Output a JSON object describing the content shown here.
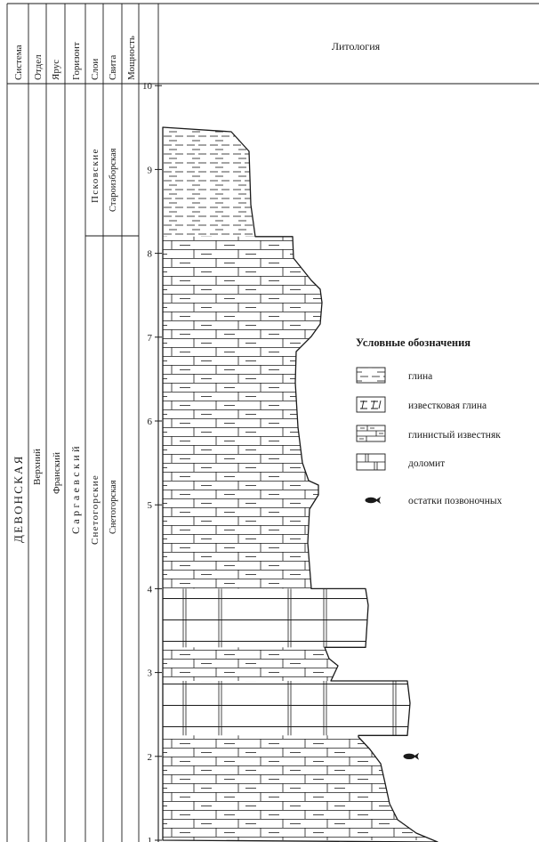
{
  "header": {
    "columns": [
      "Система",
      "Отдел",
      "Ярус",
      "Горизонт",
      "Слои",
      "Свита",
      "Мощность"
    ],
    "lithology_title": "Литология"
  },
  "stratigraphy": {
    "system": "ДЕВОНСКАЯ",
    "series": "Верхний",
    "stage": "Франский",
    "horizon": "Саргаевский",
    "layers": {
      "upper": "Псковские",
      "lower": "Снетогорские"
    },
    "formations": {
      "upper": "Староизборская",
      "lower": "Снетогорская"
    }
  },
  "scale": {
    "unit_label": "Мощность",
    "tick_labels": [
      "1",
      "2",
      "3",
      "4",
      "5",
      "6",
      "7",
      "8",
      "9",
      "10"
    ]
  },
  "lithology_column": [
    {
      "from": 1.0,
      "to": 2.25,
      "type": "clayey_limestone",
      "width_note": "widens to base"
    },
    {
      "from": 2.25,
      "to": 2.9,
      "type": "dolomite"
    },
    {
      "from": 2.9,
      "to": 3.3,
      "type": "clayey_limestone"
    },
    {
      "from": 3.3,
      "to": 4.0,
      "type": "dolomite"
    },
    {
      "from": 4.0,
      "to": 8.2,
      "type": "clayey_limestone"
    },
    {
      "from": 8.2,
      "to": 9.5,
      "type": "clay"
    }
  ],
  "fossil_markers": [
    {
      "depth": 2.0,
      "type": "vertebrate_remains"
    }
  ],
  "legend": {
    "title": "Условные обозначения",
    "items": [
      {
        "pattern": "clay",
        "label": "глина"
      },
      {
        "pattern": "calcareous_clay",
        "label": "известковая глина"
      },
      {
        "pattern": "clayey_limestone",
        "label": "глинистый известняк"
      },
      {
        "pattern": "dolomite",
        "label": "доломит"
      },
      {
        "pattern": "fish",
        "label": "остатки позвоночных"
      }
    ]
  },
  "colors": {
    "ink": "#1a1a1a",
    "background": "#ffffff"
  }
}
